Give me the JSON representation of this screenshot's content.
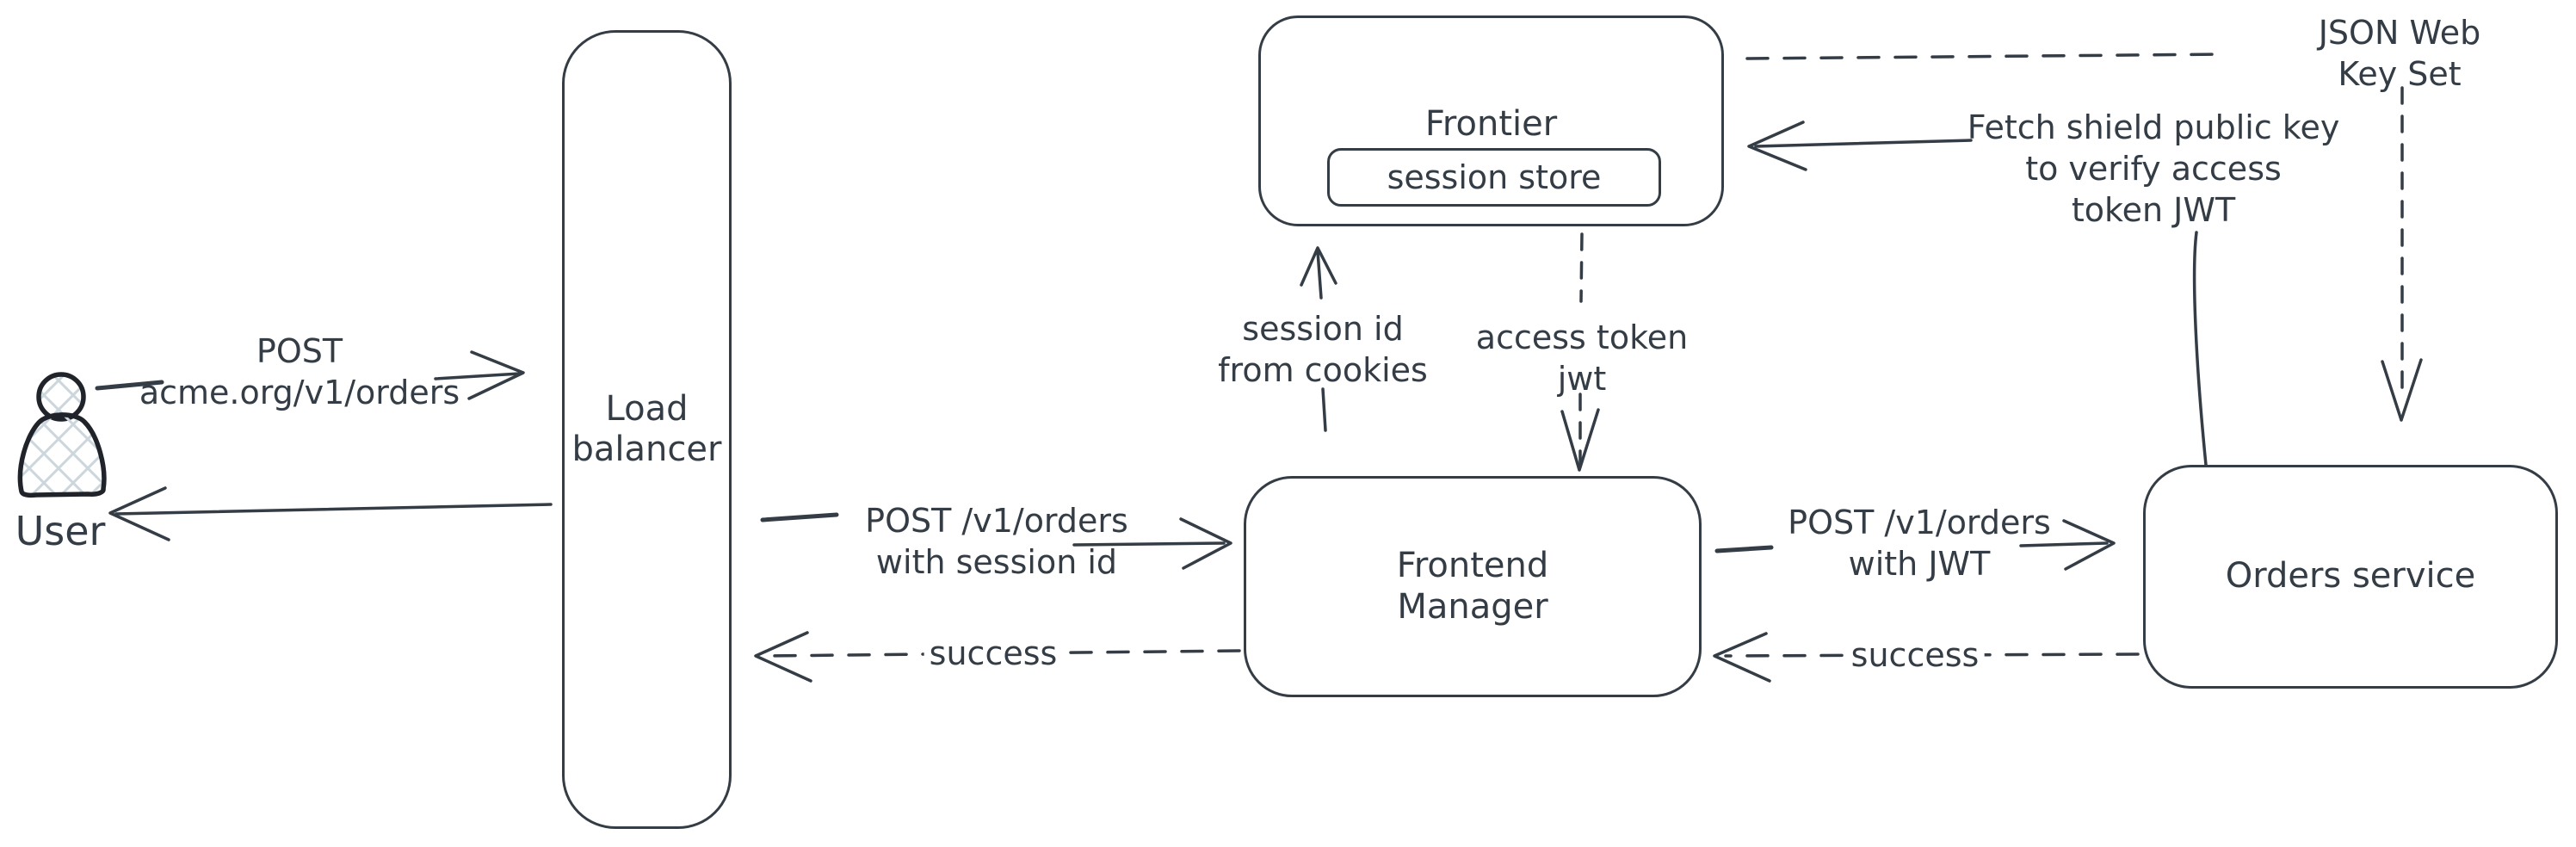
{
  "canvas": {
    "background": "#ffffff",
    "stroke_color": "#343c45",
    "hatch_color": "#ccd6dd"
  },
  "nodes": {
    "user": {
      "label": "User"
    },
    "load_balancer": {
      "label": "Load\nbalancer"
    },
    "frontier": {
      "label": "Frontier"
    },
    "session_store": {
      "label": "session store"
    },
    "frontend_manager": {
      "label": "Frontend\nManager"
    },
    "orders_service": {
      "label": "Orders service"
    }
  },
  "edges": {
    "user_to_lb": {
      "label": "POST\nacme.org/v1/orders",
      "style": "solid",
      "from": "User",
      "to": "Load balancer"
    },
    "lb_to_user": {
      "label": "",
      "style": "solid",
      "from": "Load balancer",
      "to": "User"
    },
    "lb_to_fm": {
      "label": "POST /v1/orders\nwith session id",
      "style": "solid",
      "from": "Load balancer",
      "to": "Frontend Manager"
    },
    "fm_to_lb_success": {
      "label": "success",
      "style": "dashed",
      "from": "Frontend Manager",
      "to": "Load balancer"
    },
    "fm_to_frontier": {
      "label": "session id\nfrom cookies",
      "style": "solid",
      "from": "Frontend Manager",
      "to": "Frontier"
    },
    "frontier_to_fm": {
      "label": "access token\njwt",
      "style": "dashed",
      "from": "Frontier",
      "to": "Frontend Manager"
    },
    "fm_to_orders": {
      "label": "POST /v1/orders\nwith JWT",
      "style": "solid",
      "from": "Frontend Manager",
      "to": "Orders service"
    },
    "orders_to_fm_success": {
      "label": "success",
      "style": "dashed",
      "from": "Orders service",
      "to": "Frontend Manager"
    },
    "orders_to_frontier": {
      "label": "Fetch shield public key\nto verify access\ntoken JWT",
      "style": "solid",
      "from": "Orders service",
      "to": "Frontier"
    },
    "frontier_to_orders_jwks": {
      "label": "JSON Web Key Set",
      "style": "dashed",
      "from": "Frontier",
      "to": "Orders service"
    }
  }
}
